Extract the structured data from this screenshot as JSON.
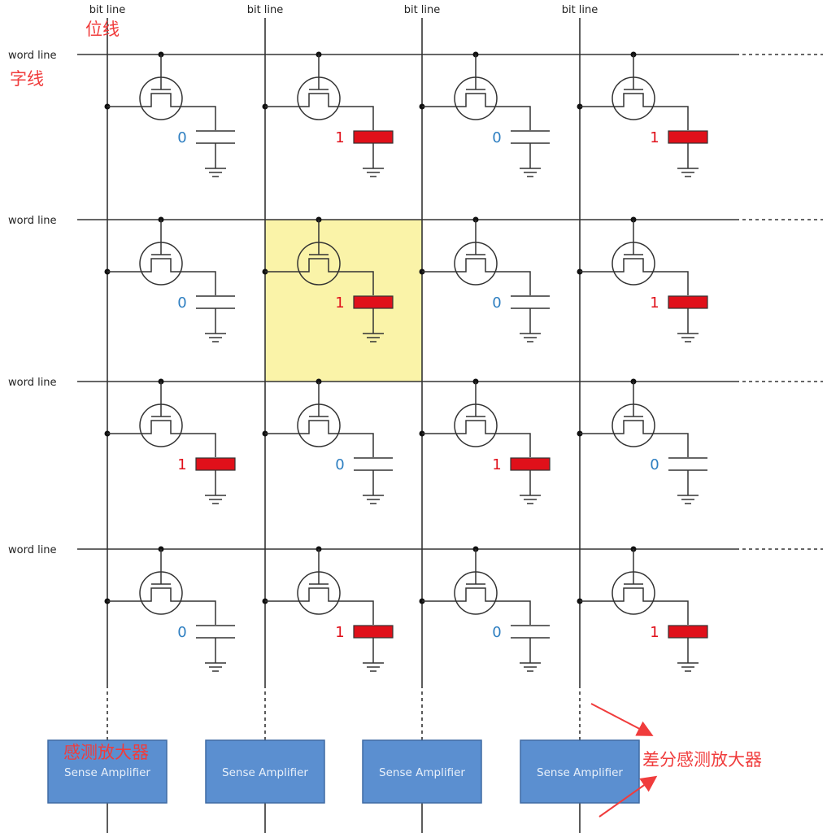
{
  "labels": {
    "bit_line": "bit line",
    "word_line": "word line",
    "bit_line_cn": "位线",
    "word_line_cn": "字线",
    "sense_amp_cn": "感测放大器",
    "diff_sense_amp_cn": "差分感测放大器",
    "sense_amplifier": "Sense Amplifier"
  },
  "cells": [
    [
      "0",
      "1",
      "0",
      "1"
    ],
    [
      "0",
      "1",
      "0",
      "1"
    ],
    [
      "1",
      "0",
      "1",
      "0"
    ],
    [
      "0",
      "1",
      "0",
      "1"
    ]
  ],
  "highlighted_cell": {
    "row": 1,
    "col": 1
  },
  "colors": {
    "zero": "#2e7fc1",
    "one": "#e0101a",
    "highlight": "#faf3a8",
    "amp_fill": "#5b8fd0",
    "amp_border": "#3f6aa3",
    "annotation": "#f03c3c"
  }
}
